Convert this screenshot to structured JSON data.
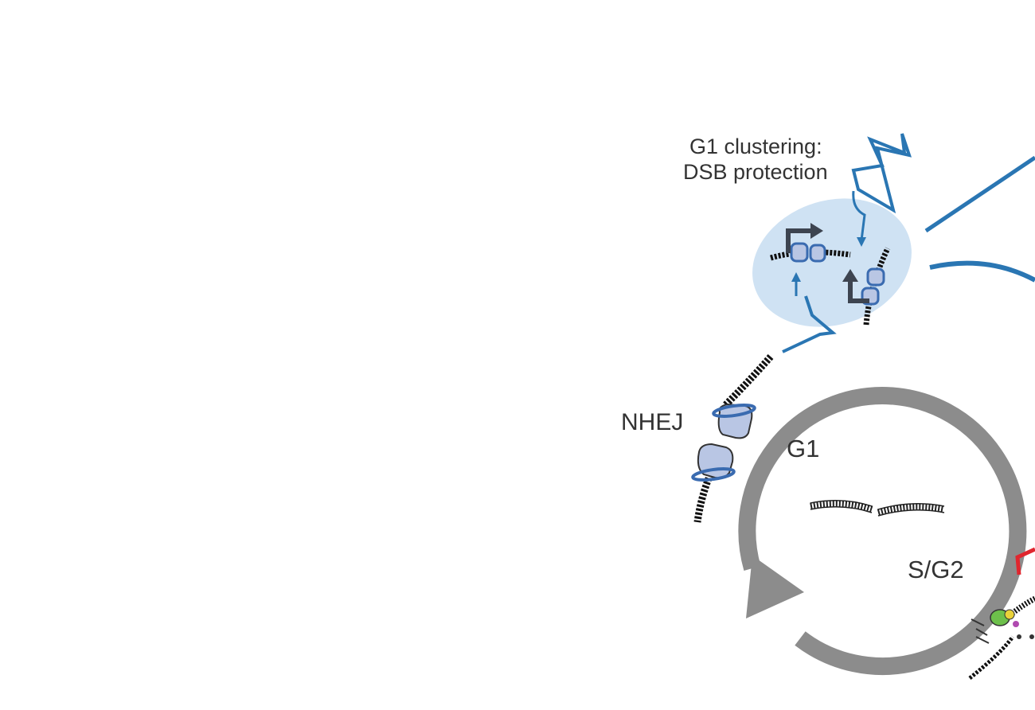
{
  "diagram": {
    "labels": {
      "clustering_line1": "G1 clustering:",
      "clustering_line2": "DSB protection",
      "nhej": "NHEJ",
      "g1": "G1",
      "sg2": "S/G2"
    },
    "colors": {
      "blue_accent": "#2a76b3",
      "cluster_fill": "#cfe2f3",
      "cycle_gray": "#8c8c8c",
      "protein_fill": "#b9c6e4",
      "protein_ring": "#3a6bb0",
      "dark_arrow": "#3d4450",
      "red_mark": "#e0262e",
      "green_protein": "#6dc04b",
      "text": "#333333"
    },
    "icons": [
      "lightning-bolt-icon",
      "bent-arrow-icon",
      "dna-strand-icon",
      "repair-protein-icon",
      "cycle-arrow-icon"
    ]
  }
}
